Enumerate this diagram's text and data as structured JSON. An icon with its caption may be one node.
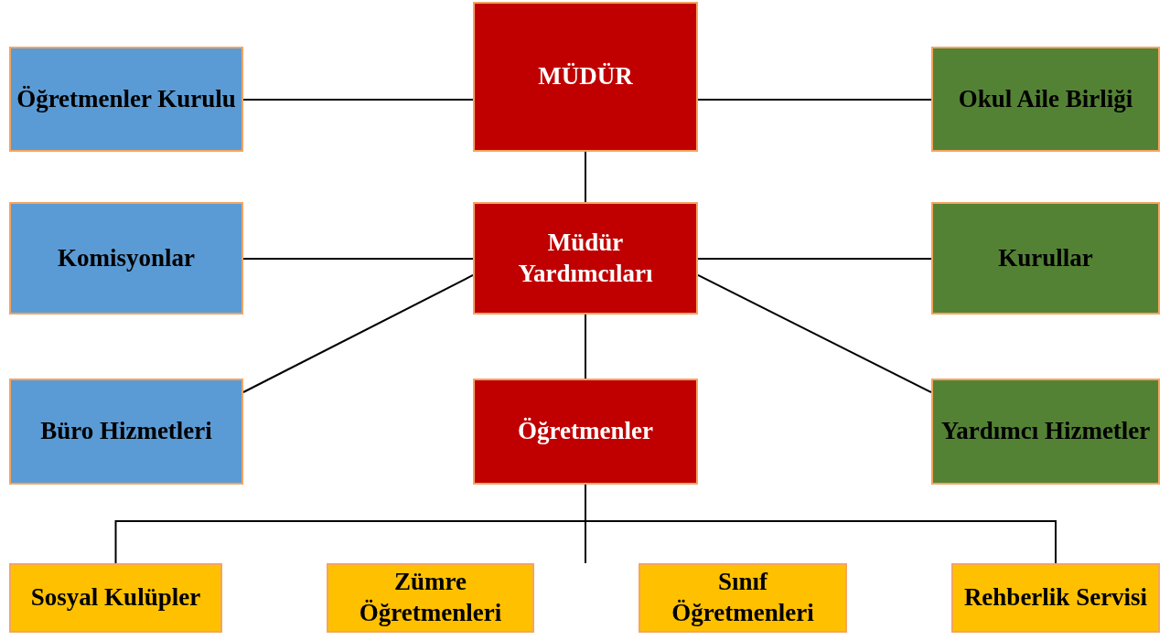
{
  "diagram": {
    "nodes": [
      {
        "text": [
          "Öğretmenler Kurulu"
        ]
      },
      {
        "text": [
          "MÜDÜR"
        ]
      },
      {
        "text": [
          "Okul Aile Birliği"
        ]
      },
      {
        "text": [
          "Komisyonlar"
        ]
      },
      {
        "text": [
          "Müdür Yardımcıları"
        ]
      },
      {
        "text": [
          "Kurullar"
        ]
      },
      {
        "text": [
          "Büro Hizmetleri"
        ]
      },
      {
        "text": [
          "Öğretmenler"
        ]
      },
      {
        "text": [
          "Yardımcı Hizmetler"
        ]
      },
      {
        "text": [
          "Sosyal Kulüpler"
        ]
      },
      {
        "text": [
          "Zümre Öğretmenleri"
        ]
      },
      {
        "text": [
          "Sınıf Öğretmenleri"
        ]
      },
      {
        "text": [
          "Rehberlik Servisi"
        ]
      }
    ],
    "edges": [
      {
        "from": 1,
        "to": 0,
        "arrow": "none"
      },
      {
        "from": 1,
        "to": 2,
        "arrow": "none"
      },
      {
        "from": 1,
        "to": 4,
        "arrow": "none"
      },
      {
        "from": 4,
        "to": 3,
        "arrow": "none"
      },
      {
        "from": 4,
        "to": 5,
        "arrow": "none"
      },
      {
        "from": 4,
        "to": 6,
        "arrow": "none"
      },
      {
        "from": 4,
        "to": 8,
        "arrow": "none"
      },
      {
        "from": 4,
        "to": 7,
        "arrow": "none"
      },
      {
        "from": 7,
        "to": 9,
        "arrow": "none"
      },
      {
        "from": 7,
        "to": 10,
        "arrow": "none"
      },
      {
        "from": 7,
        "to": 11,
        "arrow": "none"
      },
      {
        "from": 7,
        "to": 12,
        "arrow": "none"
      }
    ]
  }
}
